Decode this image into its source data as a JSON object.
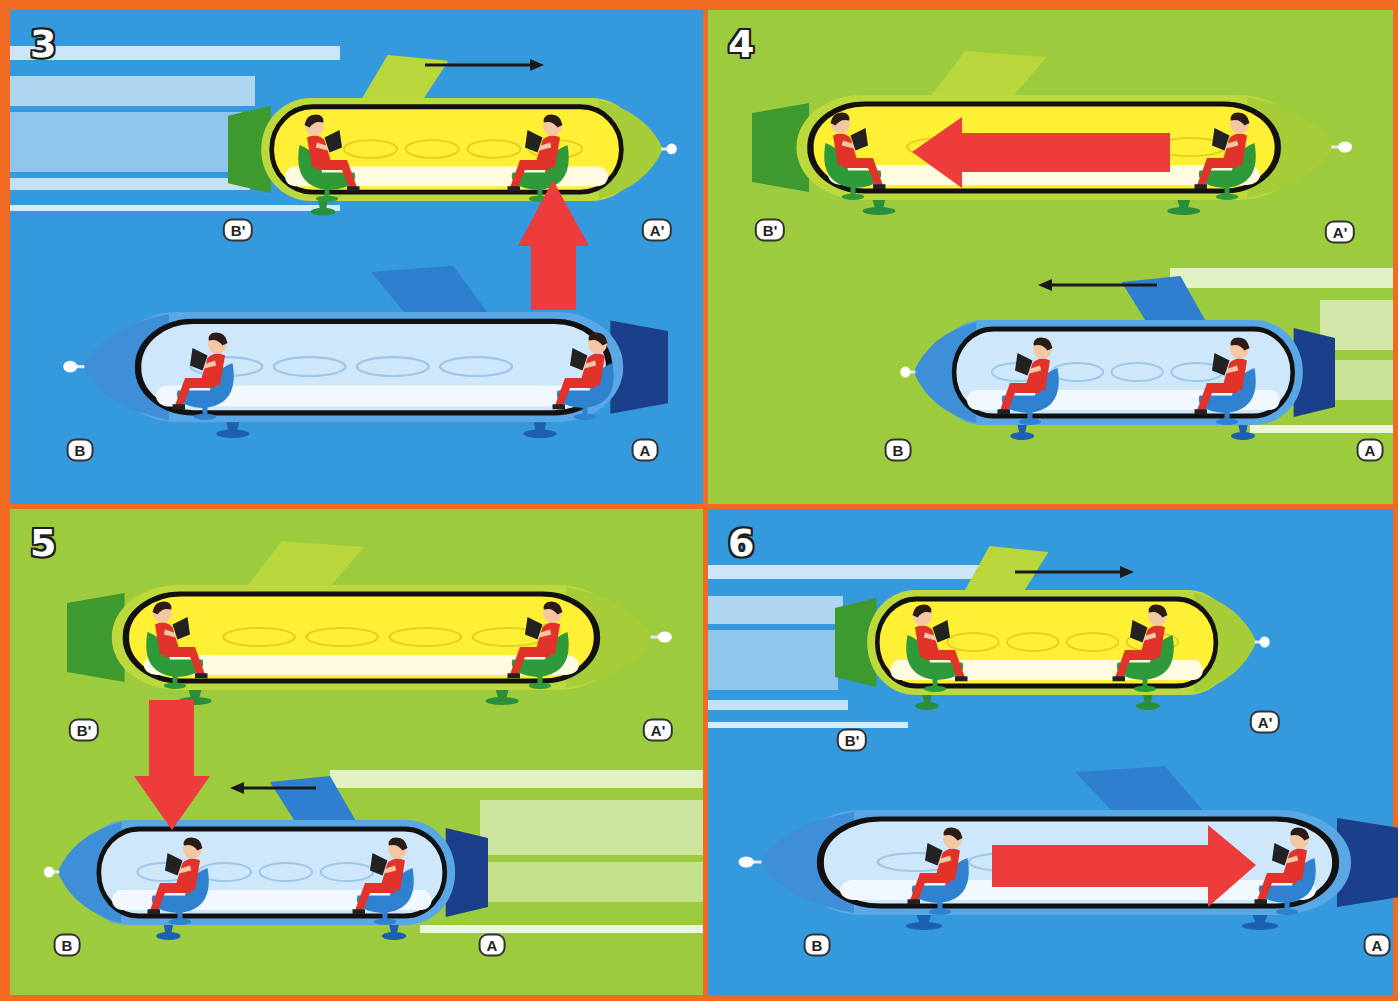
{
  "diagram": {
    "nodes": [
      {
        "text": [
          "3"
        ]
      },
      {
        "text": [
          "4"
        ]
      },
      {
        "text": [
          "5"
        ]
      },
      {
        "text": [
          "6"
        ]
      }
    ],
    "labels": [
      "B'",
      "A'",
      "B",
      "A",
      "B'",
      "A'",
      "B",
      "A",
      "B'",
      "A'",
      "B",
      "A",
      "B'",
      "A'",
      "B",
      "A"
    ]
  }
}
